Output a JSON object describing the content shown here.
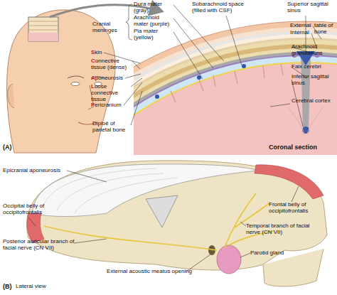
{
  "diagram": {
    "labels": [
      "Cranial meninges",
      "Dura mater (gray)",
      "Arachnoid mater (purple)",
      "Pia mater (yellow)",
      "Subarachnoid space (filled with CSF)",
      "Superior sagittal sinus",
      "External",
      "Internal",
      "table of bone",
      "Arachnoid granulations",
      "Falx cerebri",
      "Inferior sagittal sinus",
      "Cerebral cortex",
      "Skin",
      "Connective tissue (dense)",
      "Aponeurosis",
      "Loose connective tissue",
      "Pericranium",
      "Diploë of parietal bone",
      "(A)",
      "Coronal section",
      "Epicranial aponeurosis",
      "Frontal belly of occipitofrontalis",
      "Occipital belly of occipitofrontalis",
      "Temporal branch of facial nerve (CN VII)",
      "Posterior auricular branch of facial nerve (CN VII)",
      "Parotid gland",
      "External acoustic meatus opening",
      "(B)",
      "Lateral view"
    ]
  }
}
